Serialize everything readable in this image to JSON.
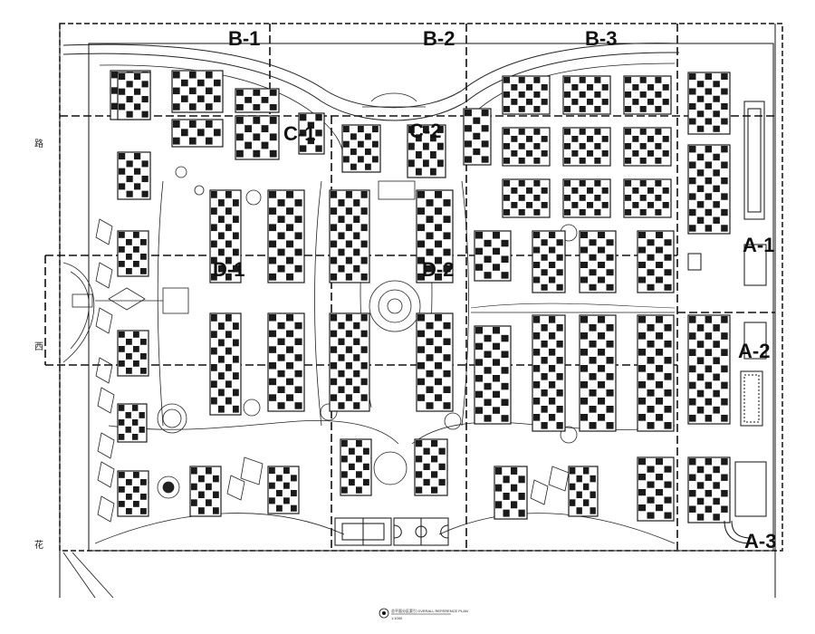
{
  "drawing": {
    "zone_labels": [
      "B-1",
      "B-2",
      "B-3",
      "C-1",
      "C-2",
      "D-1",
      "D-2",
      "A-1",
      "A-2",
      "A-3"
    ],
    "side_characters": [
      "路",
      "西",
      "花"
    ],
    "footer_caption": "总平面分区索引 OVERALL REFERENCE PLAN",
    "footer_scale": "1:1000"
  },
  "colors": {
    "line": "#111111",
    "building": "#1a1a1a",
    "background": "#ffffff",
    "paving": "#9a9a9a"
  }
}
